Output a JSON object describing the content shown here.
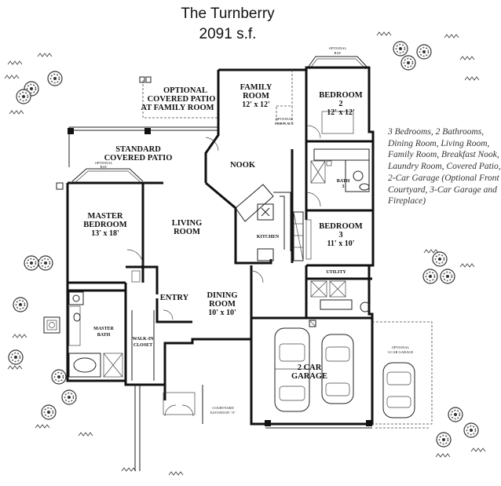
{
  "title": "The Turnberry",
  "subtitle": "2091 s.f.",
  "features": "3 Bedrooms, 2 Bathrooms, Dining Room, Living Room, Family Room, Breakfast Nook, Laundry Room, Covered Patio, 2-Car Garage (Optional Front Courtyard, 3-Car Garage and Fireplace)",
  "rooms": {
    "optional_patio": [
      "OPTIONAL",
      "COVERED PATIO",
      "AT FAMILY ROOM"
    ],
    "standard_patio": [
      "STANDARD",
      "COVERED PATIO"
    ],
    "family_room": {
      "name": [
        "FAMILY",
        "ROOM"
      ],
      "size": "12' x 12'"
    },
    "nook": "NOOK",
    "bedroom2": {
      "name": [
        "BEDROOM",
        "2"
      ],
      "size": "12' x 12'"
    },
    "bath3": [
      "BATH",
      "3"
    ],
    "master_bedroom": {
      "name": [
        "MASTER",
        "BEDROOM"
      ],
      "size": "13' x 18'"
    },
    "living_room": [
      "LIVING",
      "ROOM"
    ],
    "kitchen": "KITCHEN",
    "bedroom3": {
      "name": [
        "BEDROOM",
        "3"
      ],
      "size": "11' x 10'"
    },
    "utility": "UTILITY",
    "entry": "ENTRY",
    "dining_room": {
      "name": [
        "DINING",
        "ROOM"
      ],
      "size": "10' x 10'"
    },
    "master_bath": [
      "MASTER",
      "BATH"
    ],
    "walk_in_closet": [
      "WALK-IN",
      "CLOSET"
    ],
    "garage": [
      "2 CAR",
      "GARAGE"
    ]
  },
  "notes": {
    "optional_bay_top": [
      "OPTIONAL",
      "BAY"
    ],
    "optional_bay_master": [
      "OPTIONAL",
      "BAY"
    ],
    "optional_fireplace": [
      "OPTIONAL",
      "FIREPLACE"
    ],
    "optional_3car": [
      "OPTIONAL",
      "3-CAR GARAGE"
    ],
    "courtyard": [
      "COURTYARD",
      "ELEVATION \"A\""
    ]
  }
}
